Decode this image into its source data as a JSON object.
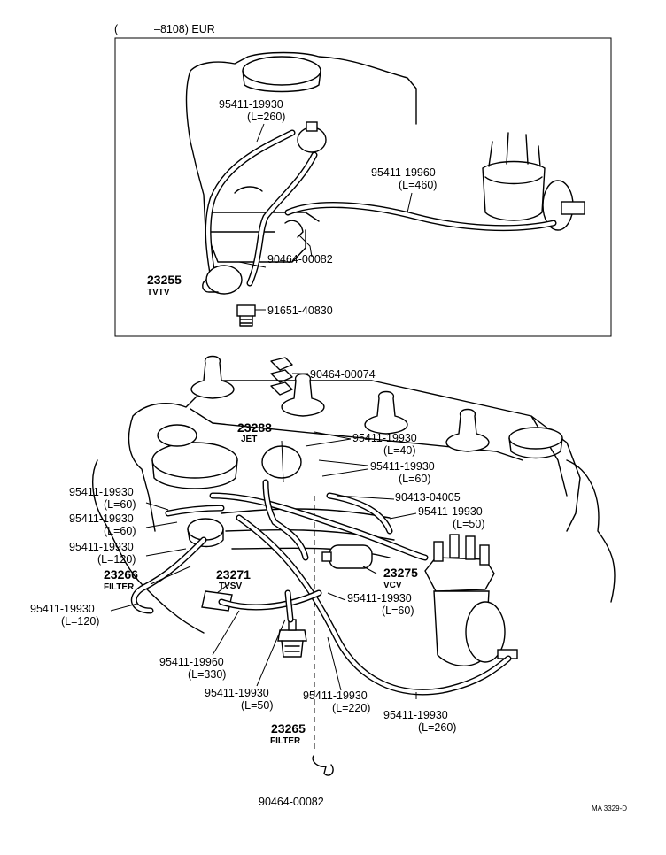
{
  "header": {
    "paren_open": "(",
    "range": "–8108) EUR"
  },
  "inset": {
    "labels": {
      "hose_top": "95411-19930",
      "hose_top_len": "(L=260)",
      "hose_right": "95411-19960",
      "hose_right_len": "(L=460)",
      "clip": "90464-00082",
      "tvtv_num": "23255",
      "tvtv_name": "TVTV",
      "plug": "91651-40830"
    }
  },
  "main": {
    "labels": {
      "clip_top": "90464-00074",
      "jet_num": "23288",
      "jet_name": "JET",
      "h40": "95411-19930",
      "h40_len": "(L=40)",
      "h60b": "95411-19930",
      "h60b_len": "(L=60)",
      "h60a": "95411-19930",
      "h60a_len": "(L=60)",
      "union": "90413-04005",
      "h60c": "95411-19930",
      "h60c_len": "(L=60)",
      "h50a": "95411-19930",
      "h50a_len": "(L=50)",
      "h120a": "95411-19930",
      "h120a_len": "(L=120)",
      "filter1_num": "23266",
      "filter1_name": "FILTER",
      "tvsv_num": "23271",
      "tvsv_name": "TVSV",
      "vcv_num": "23275",
      "vcv_name": "VCV",
      "h60d": "95411-19930",
      "h60d_len": "(L=60)",
      "h120b": "95411-19930",
      "h120b_len": "(L=120)",
      "h330": "95411-19960",
      "h330_len": "(L=330)",
      "h50b": "95411-19930",
      "h50b_len": "(L=50)",
      "h220": "95411-19930",
      "h220_len": "(L=220)",
      "h260": "95411-19930",
      "h260_len": "(L=260)",
      "filter2_num": "23265",
      "filter2_name": "FILTER",
      "clip_bottom": "90464-00082"
    }
  },
  "footer": {
    "code": "MA 3329-D"
  }
}
